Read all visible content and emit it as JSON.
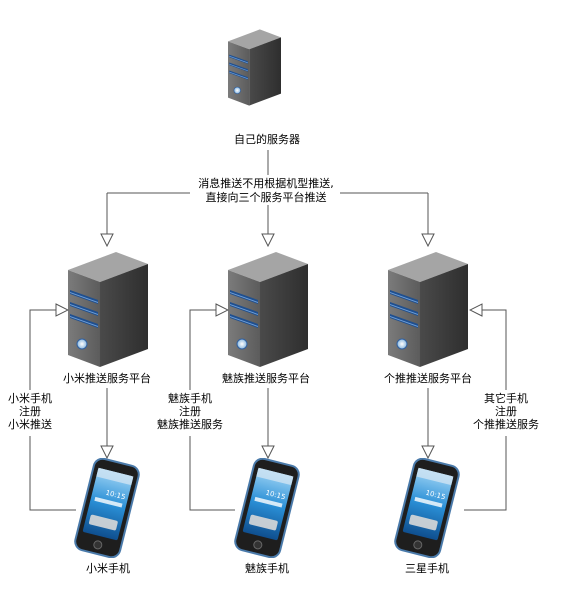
{
  "diagram": {
    "top_server": {
      "label": "自己的服务器"
    },
    "edge_label": {
      "line1": "消息推送不用根据机型推送,",
      "line2": "直接向三个服务平台推送"
    },
    "platforms": [
      {
        "label": "小米推送服务平台",
        "loop_text": [
          "小米手机",
          "注册",
          "小米推送"
        ],
        "phone_label": "小米手机"
      },
      {
        "label": "魅族推送服务平台",
        "loop_text": [
          "魅族手机",
          "注册",
          "魅族推送服务"
        ],
        "phone_label": "魅族手机"
      },
      {
        "label": "个推推送服务平台",
        "loop_text": [
          "其它手机",
          "注册",
          "个推推送服务"
        ],
        "phone_label": "三星手机"
      }
    ],
    "phone_screen_time": "10:15"
  },
  "colors": {
    "server_front": "#6a6a6a",
    "server_side": "#3e3e3e",
    "server_top": "#9a9a9a",
    "server_stripe": "#1f4f8f",
    "phone_body": "#222222",
    "phone_screen": "#2a8fd6",
    "connector": "#555555"
  }
}
